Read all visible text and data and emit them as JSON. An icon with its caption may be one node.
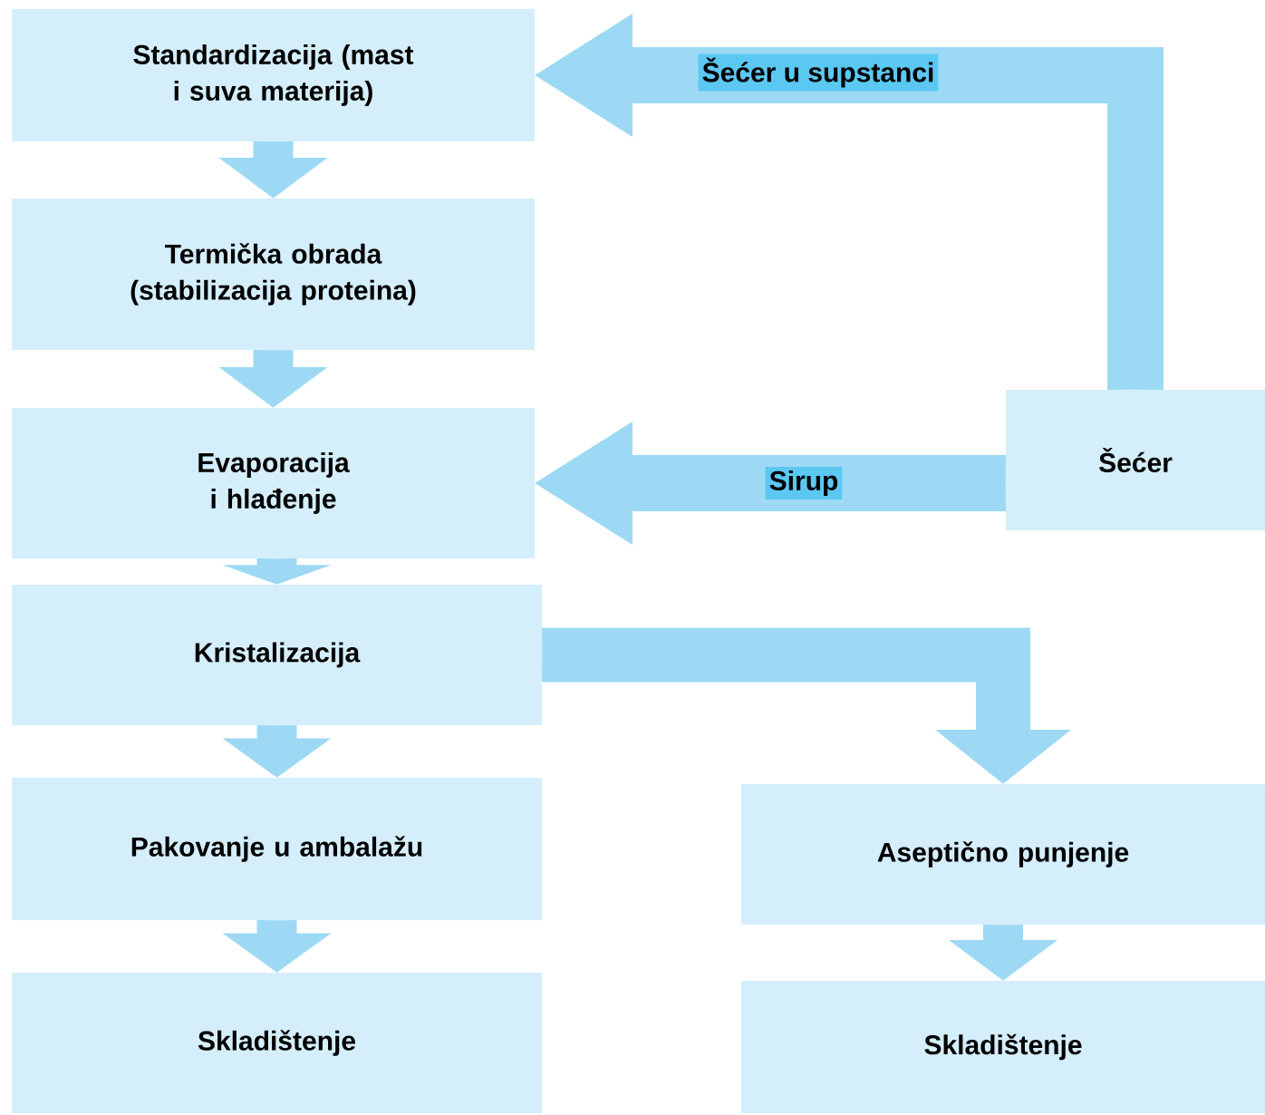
{
  "diagram": {
    "nodes": [
      {
        "text": [
          "Standardizacija (mast i suva materija)"
        ]
      },
      {
        "text": [
          "Termička obrada (stabilizacija proteina)"
        ]
      },
      {
        "text": [
          "Evaporacija i hlađenje"
        ]
      },
      {
        "text": [
          "Kristalizacija"
        ]
      },
      {
        "text": [
          "Pakovanje u ambalažu"
        ]
      },
      {
        "text": [
          "Skladištenje"
        ]
      },
      {
        "text": [
          "Šećer"
        ]
      },
      {
        "text": [
          "Aseptično punjenje"
        ]
      },
      {
        "text": [
          "Skladištenje"
        ]
      }
    ],
    "edges": [
      {
        "from": 6,
        "to": 0,
        "arrow": "to",
        "label": "Šećer u supstanci"
      },
      {
        "from": 6,
        "to": 2,
        "arrow": "to",
        "label": "Sirup"
      },
      {
        "from": 0,
        "to": 1,
        "arrow": "to"
      },
      {
        "from": 1,
        "to": 2,
        "arrow": "to"
      },
      {
        "from": 2,
        "to": 3,
        "arrow": "to"
      },
      {
        "from": 3,
        "to": 4,
        "arrow": "to"
      },
      {
        "from": 4,
        "to": 5,
        "arrow": "to"
      },
      {
        "from": 3,
        "to": 7,
        "arrow": "to"
      },
      {
        "from": 7,
        "to": 8,
        "arrow": "to"
      }
    ]
  }
}
